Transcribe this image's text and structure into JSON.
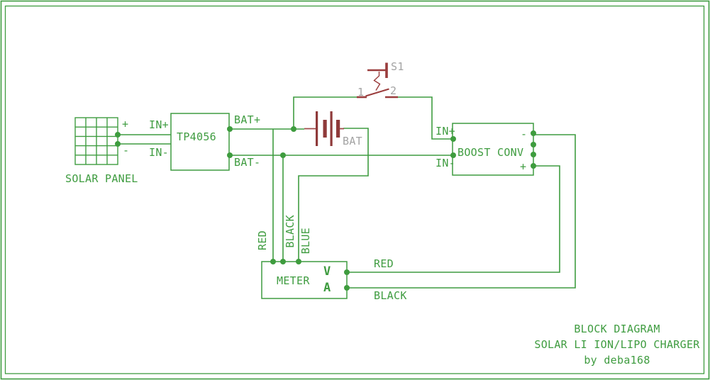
{
  "diagram": {
    "colors": {
      "wire_green": "#3f9c40",
      "junction_green": "#3e9c3e",
      "component_red": "#8f3a3a",
      "lead_red": "#a04a4a",
      "annotation_gray": "#a3a3a3",
      "background": "#ffffff"
    },
    "solar_panel": {
      "label": "SOLAR PANEL",
      "plus": "+",
      "minus": "-"
    },
    "tp4056": {
      "label": "TP4056",
      "in_plus": "IN+",
      "in_minus": "IN-",
      "bat_plus": "BAT+",
      "bat_minus": "BAT-"
    },
    "battery": {
      "label": "BAT"
    },
    "switch": {
      "label": "S1",
      "contact1": "1",
      "contact2": "2"
    },
    "boost_converter": {
      "label": "BOOST CONV",
      "in_plus": "IN+",
      "in_minus": "IN-",
      "out_minus": "-",
      "out_plus": "+"
    },
    "meter": {
      "label": "METER",
      "volt": "V",
      "amp": "A"
    },
    "wire_labels": {
      "red_vertical": "RED",
      "black_vertical": "BLACK",
      "blue_vertical": "BLUE",
      "red_horizontal": "RED",
      "black_horizontal": "BLACK"
    },
    "title_block": {
      "line1": "BLOCK DIAGRAM",
      "line2": "SOLAR LI ION/LIPO CHARGER",
      "line3": "by deba168"
    }
  }
}
